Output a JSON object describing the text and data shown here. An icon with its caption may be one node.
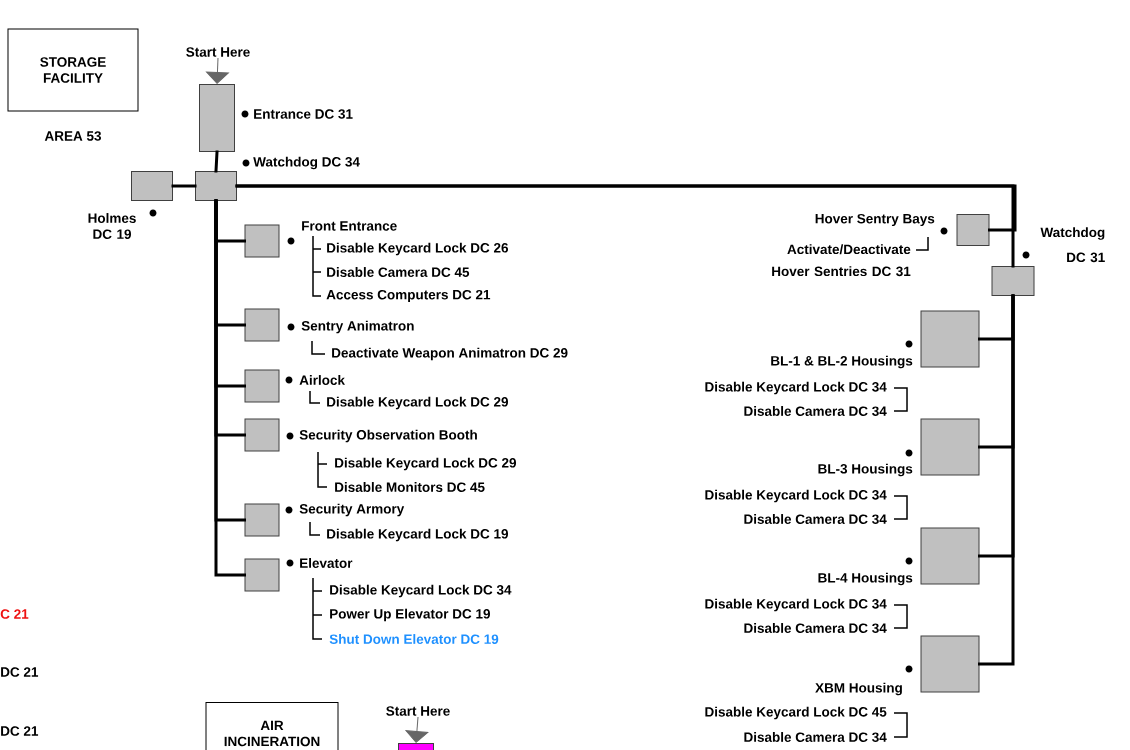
{
  "diagram": {
    "nodes": [
      {
        "text": [
          "STORAGE FACILITY"
        ],
        "beside": [
          "AREA 53"
        ]
      },
      {
        "text": [
          "Start Here"
        ]
      },
      {
        "text": [],
        "shape": "box",
        "beside": [
          "Entrance DC 31"
        ]
      },
      {
        "text": [],
        "shape": "box",
        "beside": [
          "Watchdog DC 34"
        ]
      },
      {
        "text": [],
        "shape": "box",
        "beside": [
          "Holmes DC 19"
        ]
      },
      {
        "text": [],
        "shape": "box",
        "beside": [
          "Front Entrance",
          "Disable Keycard Lock DC 26",
          "Disable Camera DC 45",
          "Access Computers DC 21"
        ]
      },
      {
        "text": [],
        "shape": "box",
        "beside": [
          "Sentry Animatron",
          "Deactivate Weapon Animatron DC 29"
        ]
      },
      {
        "text": [],
        "shape": "box",
        "beside": [
          "Airlock",
          "Disable Keycard Lock DC 29"
        ]
      },
      {
        "text": [],
        "shape": "box",
        "beside": [
          "Security Observation Booth",
          "Disable Keycard Lock DC 29",
          "Disable Monitors DC 45"
        ]
      },
      {
        "text": [],
        "shape": "box",
        "beside": [
          "Security Armory",
          "Disable Keycard Lock DC 19"
        ]
      },
      {
        "text": [],
        "shape": "box",
        "beside": [
          "Elevator",
          "Disable Keycard Lock DC 34",
          "Power Up Elevator DC 19",
          "Shut Down Elevator DC 19"
        ]
      },
      {
        "text": [],
        "shape": "box",
        "beside": [
          "Hover Sentry Bays",
          "Activate/Deactivate Hover Sentries DC 31"
        ]
      },
      {
        "text": [],
        "shape": "box",
        "beside": [
          "Watchdog DC 31"
        ]
      },
      {
        "text": [],
        "shape": "box",
        "beside": [
          "BL-1 & BL-2 Housings",
          "Disable Keycard Lock DC 34",
          "Disable Camera DC 34"
        ]
      },
      {
        "text": [],
        "shape": "box",
        "beside": [
          "BL-3 Housings",
          "Disable Keycard Lock DC 34",
          "Disable Camera DC 34"
        ]
      },
      {
        "text": [],
        "shape": "box",
        "beside": [
          "BL-4 Housings",
          "Disable Keycard Lock DC 34",
          "Disable Camera DC 34"
        ]
      },
      {
        "text": [],
        "shape": "box",
        "beside": [
          "XBM Housing",
          "Disable Keycard Lock DC 45",
          "Disable Camera DC 34"
        ]
      },
      {
        "text": [
          "AIR INCINERATION"
        ]
      },
      {
        "text": [
          "Start Here"
        ]
      },
      {
        "text": [],
        "shape": "box"
      }
    ],
    "edges": [
      {
        "from": 1,
        "to": 2,
        "arrow": "to",
        "color": "#666666"
      },
      {
        "from": 2,
        "to": 3,
        "arrow": "none"
      },
      {
        "from": 4,
        "to": 3,
        "arrow": "none"
      },
      {
        "from": 3,
        "to": 5,
        "arrow": "none"
      },
      {
        "from": 3,
        "to": 6,
        "arrow": "none"
      },
      {
        "from": 3,
        "to": 7,
        "arrow": "none"
      },
      {
        "from": 3,
        "to": 8,
        "arrow": "none"
      },
      {
        "from": 3,
        "to": 9,
        "arrow": "none"
      },
      {
        "from": 3,
        "to": 10,
        "arrow": "none"
      },
      {
        "from": 3,
        "to": 11,
        "arrow": "none"
      },
      {
        "from": 3,
        "to": 12,
        "arrow": "none"
      },
      {
        "from": 12,
        "to": 13,
        "arrow": "none"
      },
      {
        "from": 12,
        "to": 14,
        "arrow": "none"
      },
      {
        "from": 12,
        "to": 15,
        "arrow": "none"
      },
      {
        "from": 12,
        "to": 16,
        "arrow": "none"
      },
      {
        "from": 18,
        "to": 19,
        "arrow": "to",
        "color": "#666666"
      }
    ],
    "labels": [
      "C 21",
      "DC 21",
      "DC 21"
    ]
  }
}
